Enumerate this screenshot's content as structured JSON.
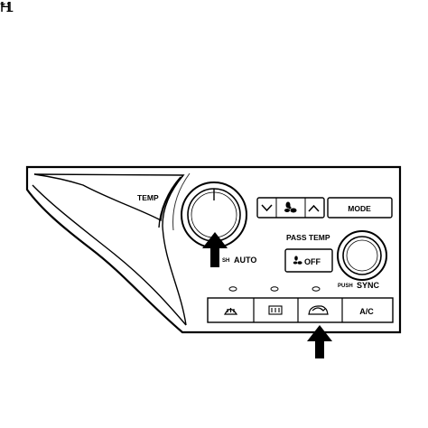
{
  "figure": {
    "callout_label": "*1",
    "reference_code": "H"
  },
  "panel": {
    "temp_label": "TEMP",
    "push_auto_prefix": "SH",
    "push_auto_word": "AUTO",
    "mode_label": "MODE",
    "pass_temp_label": "PASS TEMP",
    "fan_off_label": "OFF",
    "push_sync_prefix": "PUSH",
    "push_sync_word": "SYNC",
    "ac_label": "A/C"
  },
  "icons": {
    "fan_down": "chevron-down-icon",
    "fan_symbol": "fan-icon",
    "fan_up": "chevron-up-icon",
    "front_defrost": "front-defroster-icon",
    "rear_defrost": "rear-defroster-icon",
    "recirculation": "air-recirculation-icon",
    "pointer_arrows": "up-arrow-icon"
  }
}
